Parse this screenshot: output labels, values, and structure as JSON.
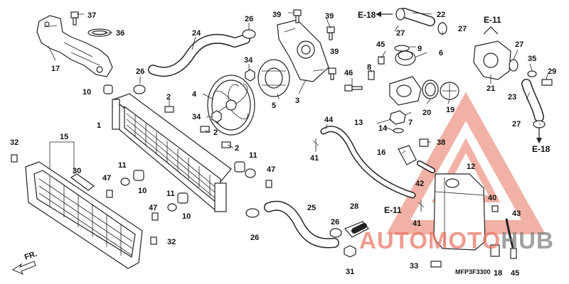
{
  "diagram": {
    "callouts": [
      {
        "id": "c37",
        "text": "37"
      },
      {
        "id": "c36",
        "text": "36"
      },
      {
        "id": "c17",
        "text": "17"
      },
      {
        "id": "c26a",
        "text": "26"
      },
      {
        "id": "c24",
        "text": "24"
      },
      {
        "id": "c39a",
        "text": "39"
      },
      {
        "id": "c39b",
        "text": "39"
      },
      {
        "id": "c22",
        "text": "22"
      },
      {
        "id": "c27a",
        "text": "27"
      },
      {
        "id": "c27b",
        "text": "27"
      },
      {
        "id": "c45a",
        "text": "45"
      },
      {
        "id": "c9",
        "text": "9"
      },
      {
        "id": "c6",
        "text": "6"
      },
      {
        "id": "c34a",
        "text": "34"
      },
      {
        "id": "c39c",
        "text": "39"
      },
      {
        "id": "c26b",
        "text": "26"
      },
      {
        "id": "c10a",
        "text": "10"
      },
      {
        "id": "c4",
        "text": "4"
      },
      {
        "id": "c5",
        "text": "5"
      },
      {
        "id": "c3",
        "text": "3"
      },
      {
        "id": "c46",
        "text": "46"
      },
      {
        "id": "c8",
        "text": "8"
      },
      {
        "id": "c27c",
        "text": "27"
      },
      {
        "id": "c35",
        "text": "35"
      },
      {
        "id": "c29",
        "text": "29"
      },
      {
        "id": "c21",
        "text": "21"
      },
      {
        "id": "c23",
        "text": "23"
      },
      {
        "id": "c2a",
        "text": "2"
      },
      {
        "id": "c1",
        "text": "1"
      },
      {
        "id": "c34b",
        "text": "34"
      },
      {
        "id": "c2b",
        "text": "2"
      },
      {
        "id": "c2c",
        "text": "2"
      },
      {
        "id": "c20",
        "text": "20"
      },
      {
        "id": "c19",
        "text": "19"
      },
      {
        "id": "c7",
        "text": "7"
      },
      {
        "id": "c13",
        "text": "13"
      },
      {
        "id": "c14",
        "text": "14"
      },
      {
        "id": "c44",
        "text": "44"
      },
      {
        "id": "c27d",
        "text": "27"
      },
      {
        "id": "c15",
        "text": "15"
      },
      {
        "id": "c32a",
        "text": "32"
      },
      {
        "id": "c30",
        "text": "30"
      },
      {
        "id": "c41a",
        "text": "41"
      },
      {
        "id": "c16",
        "text": "16"
      },
      {
        "id": "c38",
        "text": "38"
      },
      {
        "id": "c11a",
        "text": "11"
      },
      {
        "id": "c11b",
        "text": "11"
      },
      {
        "id": "c47a",
        "text": "47"
      },
      {
        "id": "c47b",
        "text": "47"
      },
      {
        "id": "c10b",
        "text": "10"
      },
      {
        "id": "c11c",
        "text": "11"
      },
      {
        "id": "c10c",
        "text": "10"
      },
      {
        "id": "c12",
        "text": "12"
      },
      {
        "id": "c42",
        "text": "42"
      },
      {
        "id": "c40",
        "text": "40"
      },
      {
        "id": "c47c",
        "text": "47"
      },
      {
        "id": "c25",
        "text": "25"
      },
      {
        "id": "c28",
        "text": "28"
      },
      {
        "id": "c43",
        "text": "43"
      },
      {
        "id": "c26c",
        "text": "26"
      },
      {
        "id": "c26d",
        "text": "26"
      },
      {
        "id": "c41b",
        "text": "41"
      },
      {
        "id": "c32b",
        "text": "32"
      },
      {
        "id": "c31",
        "text": "31"
      },
      {
        "id": "c33",
        "text": "33"
      },
      {
        "id": "c18",
        "text": "18"
      },
      {
        "id": "c45b",
        "text": "45"
      }
    ],
    "refs": {
      "e18_top": "E-18",
      "e11_top": "E-11",
      "e18_right": "E-18",
      "e11_mid": "E-11"
    },
    "front_label": "FR.",
    "drawing_code": "MFP3F3300",
    "watermark": "AUTOMOTOHUB",
    "watermark_colors": {
      "primary": "#e8725f",
      "secondary": "#7a7a7a"
    }
  }
}
